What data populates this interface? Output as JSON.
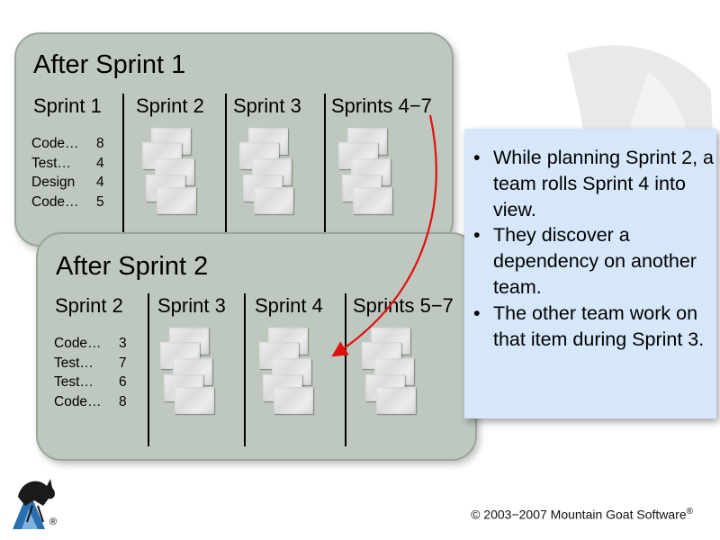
{
  "panel1": {
    "title": "After Sprint 1",
    "columns": [
      "Sprint 1",
      "Sprint 2",
      "Sprint 3",
      "Sprints 4−7"
    ],
    "tasks": [
      {
        "name": "Code…",
        "value": "8"
      },
      {
        "name": "Test…",
        "value": "4"
      },
      {
        "name": "Design",
        "value": "4"
      },
      {
        "name": "Code…",
        "value": "5"
      }
    ]
  },
  "panel2": {
    "title": "After Sprint 2",
    "columns": [
      "Sprint 2",
      "Sprint 3",
      "Sprint 4",
      "Sprints 5−7"
    ],
    "tasks": [
      {
        "name": "Code…",
        "value": "3"
      },
      {
        "name": "Test…",
        "value": "7"
      },
      {
        "name": "Test…",
        "value": "6"
      },
      {
        "name": "Code…",
        "value": "8"
      }
    ]
  },
  "note": {
    "bullets": [
      "While planning Sprint 2, a team rolls Sprint 4 into view.",
      "They discover a dependency on another team.",
      "The other team work on that item during Sprint 3."
    ]
  },
  "footer": {
    "text": "© 2003−2007 Mountain Goat Software",
    "mark": "®"
  },
  "colors": {
    "panel_fill": "#bfc8bf",
    "note_fill": "#d6e7f9",
    "arrow": "#e01010"
  }
}
